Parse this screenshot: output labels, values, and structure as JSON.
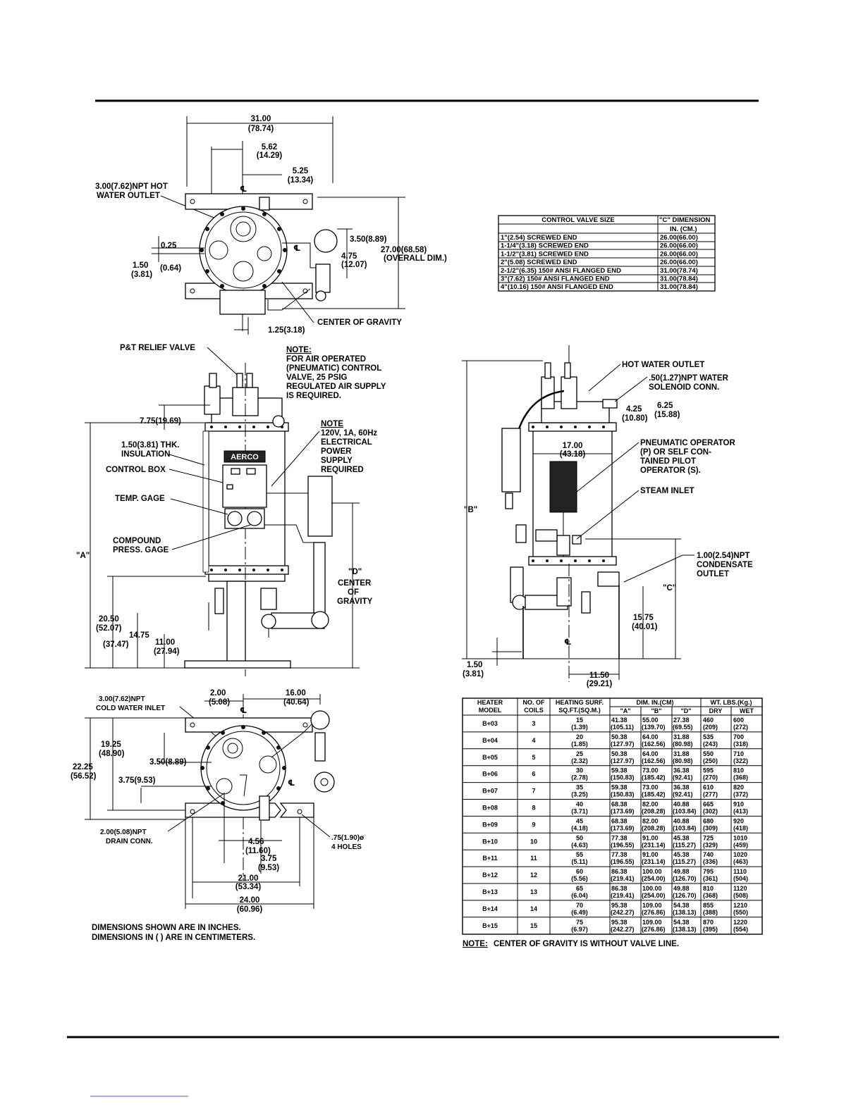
{
  "top_view": {
    "dim_width": "31.00",
    "dim_width_cm": "(78.74)",
    "dim_5_62": "5.62",
    "dim_5_62_cm": "(14.29)",
    "dim_5_25": "5.25",
    "dim_5_25_cm": "(13.34)",
    "hot_outlet_1": "3.00(7.62)NPT HOT",
    "hot_outlet_2": "WATER OUTLET",
    "dim_3_50": "3.50(8.89)",
    "dim_4_75": "4.75",
    "dim_4_75_cm": "(12.07)",
    "dim_27": "27.00(68.58)",
    "dim_27_note": "(OVERALL DIM.)",
    "dim_0_25": "0.25",
    "dim_0_25_cm": "(0.64)",
    "dim_1_50": "1.50",
    "dim_1_50_cm": "(3.81)",
    "dim_1_25": "1.25(3.18)",
    "cog": "CENTER OF GRAVITY",
    "cl": "℄"
  },
  "control_valve_table": {
    "header_size": "CONTROL VALVE SIZE",
    "header_c": "\"C\" DIMENSION",
    "header_units": "IN. (CM.)",
    "rows": [
      {
        "size": "1\"(2.54) SCREWED END",
        "c": "26.00(66.00)"
      },
      {
        "size": "1-1/4\"(3.18) SCREWED END",
        "c": "26.00(66.00)"
      },
      {
        "size": "1-1/2\"(3.81) SCREWED END",
        "c": "26.00(66.00)"
      },
      {
        "size": "2\"(5.08) SCREWED END",
        "c": "26.00(66.00)"
      },
      {
        "size": "2-1/2\"(6.35) 150# ANSI FLANGED END",
        "c": "31.00(78.74)"
      },
      {
        "size": "3\"(7.62) 150# ANSI FLANGED END",
        "c": "31.00(78.84)"
      },
      {
        "size": "4\"(10.16) 150# ANSI FLANGED END",
        "c": "31.00(78.84)"
      }
    ]
  },
  "front_view": {
    "pt_relief": "P&T RELIEF VALVE",
    "note_air_title": "NOTE:",
    "note_air_1": "FOR AIR OPERATED",
    "note_air_2": "(PNEUMATIC) CONTROL",
    "note_air_3": "VALVE, 25 PSIG",
    "note_air_4": "REGULATED AIR SUPPLY",
    "note_air_5": "IS REQUIRED.",
    "dim_7_75": "7.75(19.69)",
    "insulation_1": "1.50(3.81) THK.",
    "insulation_2": "INSULATION",
    "control_box": "CONTROL BOX",
    "temp_gage": "TEMP. GAGE",
    "compound_1": "COMPOUND",
    "compound_2": "PRESS. GAGE",
    "note_elec_title": "NOTE",
    "note_elec_1": "120V, 1A, 60Hz",
    "note_elec_2": "ELECTRICAL",
    "note_elec_3": "POWER",
    "note_elec_4": "SUPPLY",
    "note_elec_5": "REQUIRED",
    "dim_a": "\"A\"",
    "dim_d": "\"D\"",
    "dim_d_1": "CENTER",
    "dim_d_2": "OF",
    "dim_d_3": "GRAVITY",
    "dim_20_50": "20.50",
    "dim_20_50_cm": "(52.07)",
    "dim_14_75": "14.75",
    "dim_14_75_cm": "(37.47)",
    "dim_11_00": "11.00",
    "dim_11_00_cm": "(27.94)",
    "brand": "AERCO"
  },
  "side_view": {
    "hot_outlet": "HOT WATER OUTLET",
    "solenoid_1": ".50(1.27)NPT WATER",
    "solenoid_2": "SOLENOID CONN.",
    "dim_6_25": "6.25",
    "dim_6_25_cm": "(15.88)",
    "dim_4_25": "4.25",
    "dim_4_25_cm": "(10.80)",
    "dim_17": "17.00",
    "dim_17_cm": "(43.18)",
    "pneumatic_1": "PNEUMATIC OPERATOR",
    "pneumatic_2": "(P) OR SELF CON-",
    "pneumatic_3": "TAINED PILOT",
    "pneumatic_4": "OPERATOR (S).",
    "steam_inlet": "STEAM INLET",
    "dim_b": "\"B\"",
    "dim_c": "\"C\"",
    "condensate_1": "1.00(2.54)NPT",
    "condensate_2": "CONDENSATE",
    "condensate_3": "OUTLET",
    "dim_15_75": "15.75",
    "dim_15_75_cm": "(40.01)",
    "dim_1_50": "1.50",
    "dim_1_50_cm": "(3.81)",
    "dim_11_50": "11.50",
    "dim_11_50_cm": "(29.21)"
  },
  "bottom_view": {
    "dim_2_00": "2.00",
    "dim_2_00_cm": "(5.08)",
    "dim_16_00": "16.00",
    "dim_16_00_cm": "(40.64)",
    "cold_inlet_1": "3.00(7.62)NPT",
    "cold_inlet_2": "COLD WATER INLET",
    "dim_19_25": "19.25",
    "dim_19_25_cm": "(48.90)",
    "dim_22_25": "22.25",
    "dim_22_25_cm": "(56.52)",
    "dim_3_50": "3.50(8.89)",
    "dim_3_75": "3.75(9.53)",
    "drain_1": "2.00(5.08)NPT",
    "drain_2": "DRAIN CONN.",
    "holes_1": ".75(1.90)ø",
    "holes_2": "4 HOLES",
    "dim_4_56": "4.56",
    "dim_4_56_cm": "(11.60)",
    "dim_3_75b": "3.75",
    "dim_3_75b_cm": "(9.53)",
    "dim_21": "21.00",
    "dim_21_cm": "(53.34)",
    "dim_24": "24.00",
    "dim_24_cm": "(60.96)"
  },
  "units_note_1": "DIMENSIONS SHOWN ARE IN INCHES.",
  "units_note_2": "DIMENSIONS IN ( ) ARE IN CENTIMETERS.",
  "heater_table": {
    "h_model_1": "HEATER",
    "h_model_2": "MODEL",
    "h_coils_1": "NO. OF",
    "h_coils_2": "COILS",
    "h_surf_1": "HEATING SURF.",
    "h_surf_2": "SQ.FT.(SQ.M.)",
    "h_dim": "DIM. IN.(CM)",
    "h_a": "\"A\"",
    "h_b": "\"B\"",
    "h_d": "\"D\"",
    "h_wt": "WT. LBS.(Kg.)",
    "h_dry": "DRY",
    "h_wet": "WET",
    "rows": [
      {
        "model": "B+03",
        "coils": "3",
        "surf": "15",
        "surf_cm": "(1.39)",
        "a": "41.38",
        "a_cm": "(105.11)",
        "b": "55.00",
        "b_cm": "(139.70)",
        "d": "27.38",
        "d_cm": "(69.55)",
        "dry": "460",
        "dry_kg": "(209)",
        "wet": "600",
        "wet_kg": "(272)"
      },
      {
        "model": "B+04",
        "coils": "4",
        "surf": "20",
        "surf_cm": "(1.85)",
        "a": "50.38",
        "a_cm": "(127.97)",
        "b": "64.00",
        "b_cm": "(162.56)",
        "d": "31.88",
        "d_cm": "(80.98)",
        "dry": "535",
        "dry_kg": "(243)",
        "wet": "700",
        "wet_kg": "(318)"
      },
      {
        "model": "B+05",
        "coils": "5",
        "surf": "25",
        "surf_cm": "(2.32)",
        "a": "50.38",
        "a_cm": "(127.97)",
        "b": "64.00",
        "b_cm": "(162.56)",
        "d": "31.88",
        "d_cm": "(80.98)",
        "dry": "550",
        "dry_kg": "(250)",
        "wet": "710",
        "wet_kg": "(322)"
      },
      {
        "model": "B+06",
        "coils": "6",
        "surf": "30",
        "surf_cm": "(2.78)",
        "a": "59.38",
        "a_cm": "(150.83)",
        "b": "73.00",
        "b_cm": "(185.42)",
        "d": "36.38",
        "d_cm": "(92.41)",
        "dry": "595",
        "dry_kg": "(270)",
        "wet": "810",
        "wet_kg": "(368)"
      },
      {
        "model": "B+07",
        "coils": "7",
        "surf": "35",
        "surf_cm": "(3.25)",
        "a": "59.38",
        "a_cm": "(150.83)",
        "b": "73.00",
        "b_cm": "(185.42)",
        "d": "36.38",
        "d_cm": "(92.41)",
        "dry": "610",
        "dry_kg": "(277)",
        "wet": "820",
        "wet_kg": "(372)"
      },
      {
        "model": "B+08",
        "coils": "8",
        "surf": "40",
        "surf_cm": "(3.71)",
        "a": "68.38",
        "a_cm": "(173.69)",
        "b": "82.00",
        "b_cm": "(208.28)",
        "d": "40.88",
        "d_cm": "(103.84)",
        "dry": "665",
        "dry_kg": "(302)",
        "wet": "910",
        "wet_kg": "(413)"
      },
      {
        "model": "B+09",
        "coils": "9",
        "surf": "45",
        "surf_cm": "(4.18)",
        "a": "68.38",
        "a_cm": "(173.69)",
        "b": "82.00",
        "b_cm": "(208.28)",
        "d": "40.88",
        "d_cm": "(103.84)",
        "dry": "680",
        "dry_kg": "(309)",
        "wet": "920",
        "wet_kg": "(418)"
      },
      {
        "model": "B+10",
        "coils": "10",
        "surf": "50",
        "surf_cm": "(4.63)",
        "a": "77.38",
        "a_cm": "(196.55)",
        "b": "91.00",
        "b_cm": "(231.14)",
        "d": "45.38",
        "d_cm": "(115.27)",
        "dry": "725",
        "dry_kg": "(329)",
        "wet": "1010",
        "wet_kg": "(459)"
      },
      {
        "model": "B+11",
        "coils": "11",
        "surf": "55",
        "surf_cm": "(5.11)",
        "a": "77.38",
        "a_cm": "(196.55)",
        "b": "91.00",
        "b_cm": "(231.14)",
        "d": "45.38",
        "d_cm": "(115.27)",
        "dry": "740",
        "dry_kg": "(336)",
        "wet": "1020",
        "wet_kg": "(463)"
      },
      {
        "model": "B+12",
        "coils": "12",
        "surf": "60",
        "surf_cm": "(5.56)",
        "a": "86.38",
        "a_cm": "(219.41)",
        "b": "100.00",
        "b_cm": "(254.00)",
        "d": "49.88",
        "d_cm": "(126.70)",
        "dry": "795",
        "dry_kg": "(361)",
        "wet": "1110",
        "wet_kg": "(504)"
      },
      {
        "model": "B+13",
        "coils": "13",
        "surf": "65",
        "surf_cm": "(6.04)",
        "a": "86.38",
        "a_cm": "(219.41)",
        "b": "100.00",
        "b_cm": "(254.00)",
        "d": "49.88",
        "d_cm": "(126.70)",
        "dry": "810",
        "dry_kg": "(368)",
        "wet": "1120",
        "wet_kg": "(508)"
      },
      {
        "model": "B+14",
        "coils": "14",
        "surf": "70",
        "surf_cm": "(6.49)",
        "a": "95.38",
        "a_cm": "(242.27)",
        "b": "109.00",
        "b_cm": "(276.86)",
        "d": "54.38",
        "d_cm": "(138.13)",
        "dry": "855",
        "dry_kg": "(388)",
        "wet": "1210",
        "wet_kg": "(550)"
      },
      {
        "model": "B+15",
        "coils": "15",
        "surf": "75",
        "surf_cm": "(6.97)",
        "a": "95.38",
        "a_cm": "(242.27)",
        "b": "109.00",
        "b_cm": "(276.86)",
        "d": "54.38",
        "d_cm": "(138.13)",
        "dry": "870",
        "dry_kg": "(395)",
        "wet": "1220",
        "wet_kg": "(554)"
      }
    ]
  },
  "cog_note_title": "NOTE:",
  "cog_note_text": "CENTER OF GRAVITY IS WITHOUT VALVE LINE."
}
